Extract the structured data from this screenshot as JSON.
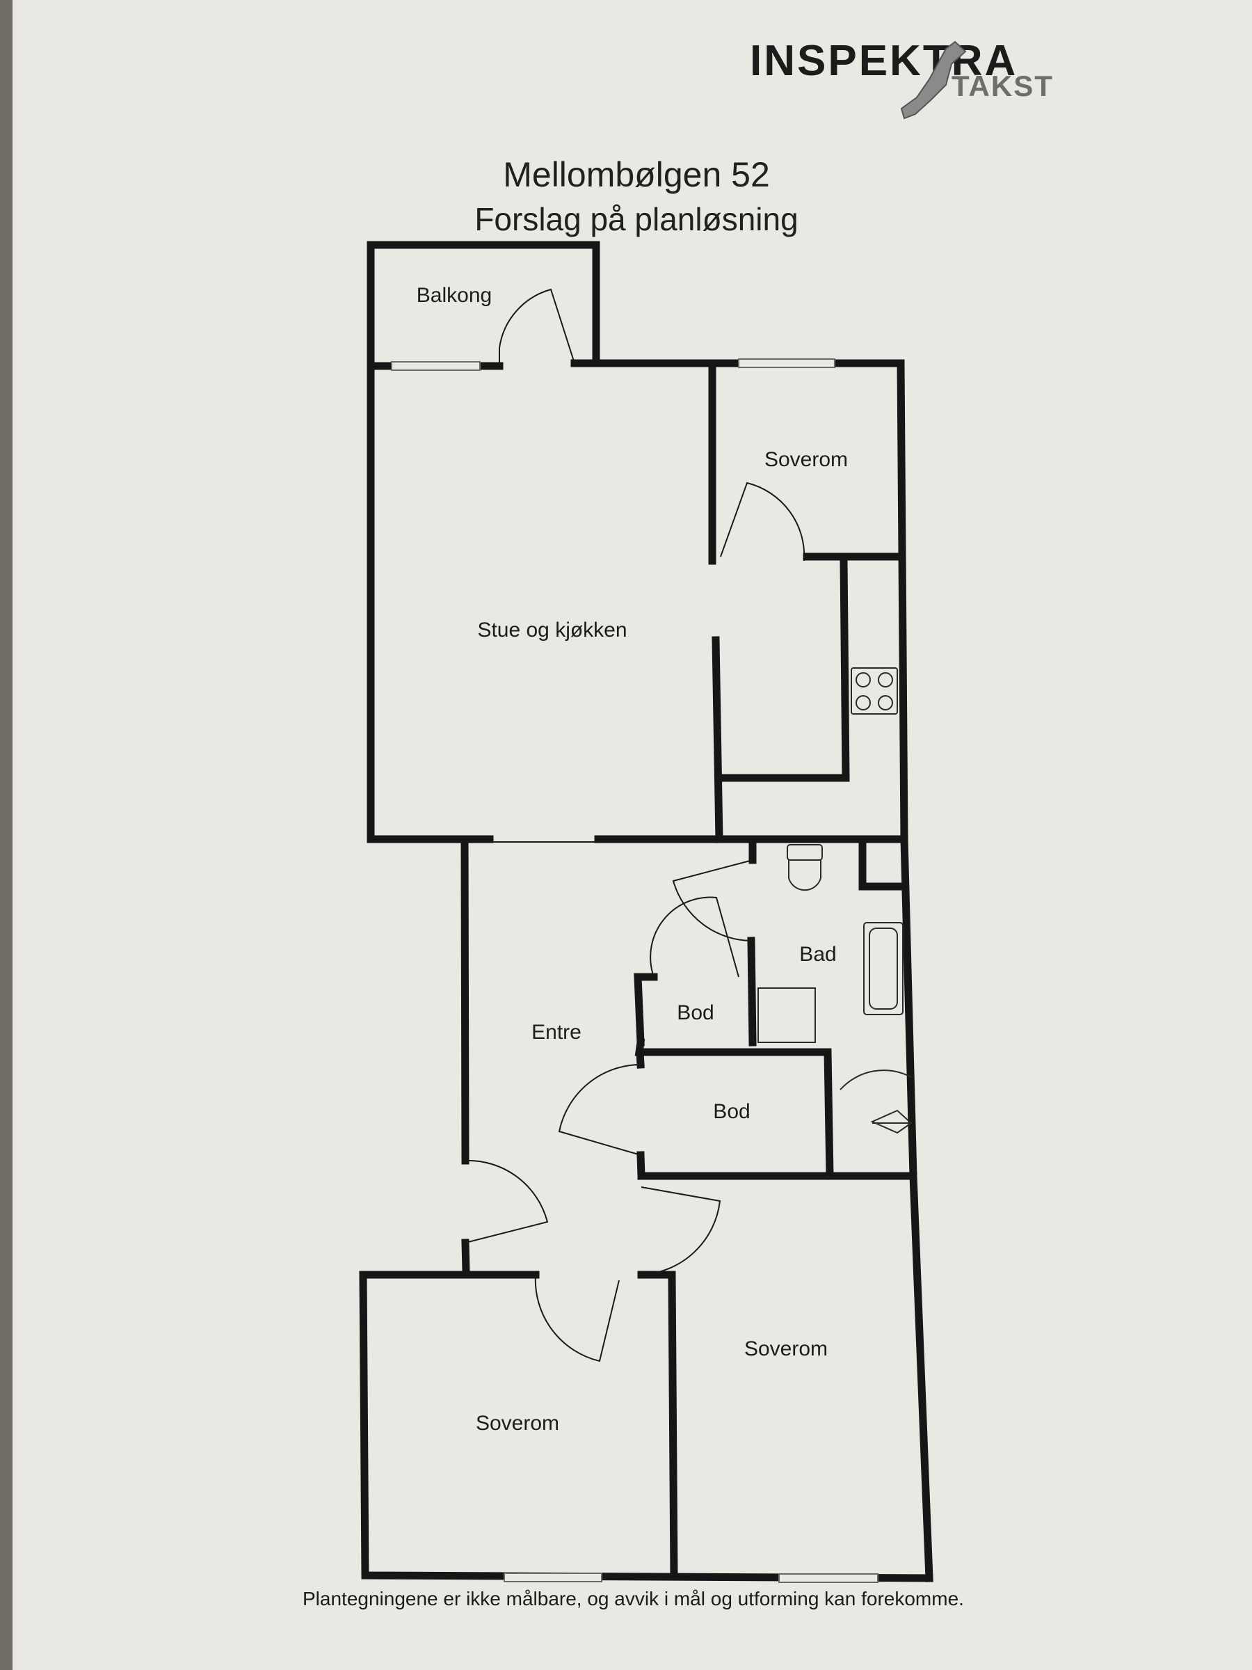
{
  "logo": {
    "main": "INSPEKTRA",
    "sub": "TAKST"
  },
  "title": "Mellombølgen 52",
  "subtitle": "Forslag på planløsning",
  "rooms": {
    "balkong": "Balkong",
    "stue": "Stue og kjøkken",
    "soverom_top": "Soverom",
    "bad": "Bad",
    "bod_small": "Bod",
    "bod_large": "Bod",
    "entre": "Entre",
    "soverom_right": "Soverom",
    "soverom_left": "Soverom"
  },
  "disclaimer": "Plantegningene er ikke målbare, og avvik i mål og utforming kan forekomme.",
  "colors": {
    "wall": "#161616",
    "paper": "#e9e8e3",
    "window": "#9a9a9a"
  }
}
